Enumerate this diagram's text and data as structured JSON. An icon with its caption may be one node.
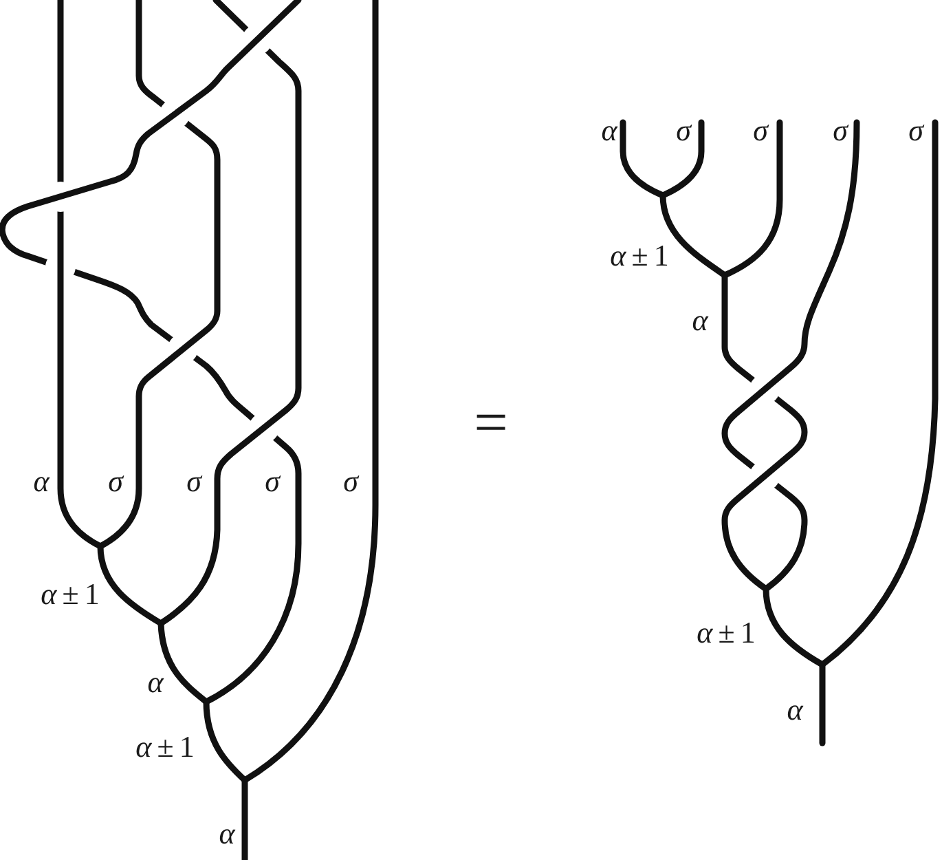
{
  "diagram": {
    "labels": [
      "α",
      "σ",
      "σ",
      "σ",
      "σ",
      "*α*±1",
      "α",
      "*α*±1",
      "α",
      "=",
      "α",
      "σ",
      "σ",
      "σ",
      "σ",
      "*α*±1",
      "α",
      "*α*±1",
      "α"
    ]
  }
}
